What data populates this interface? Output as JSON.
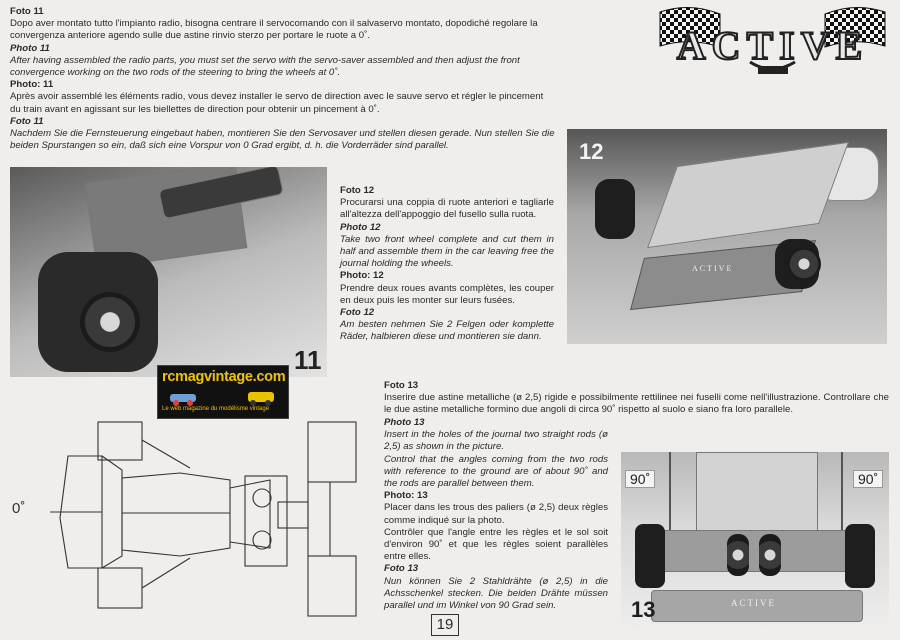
{
  "logo": {
    "text": "ACTIVE"
  },
  "section11": {
    "it_heading": "Foto 11",
    "it_text": "Dopo aver montato tutto l'impianto radio, bisogna centrare il servocomando con il salvaservo montato, dopodiché regolare la convergenza anteriore agendo sulle due astine rinvio sterzo per portare le ruote a 0˚.",
    "en_heading": "Photo 11",
    "en_text": "After having assembled the radio parts, you must set the servo with the servo-saver assembled and then adjust the front convergence working on the two rods of the steering to bring the wheels at 0˚.",
    "fr_heading": "Photo: 11",
    "fr_text": "Après avoir assemblé les éléments radio, vous devez installer le servo de direction avec le sauve servo et régler le pincement du train avant en agissant sur les biellettes de direction pour obtenir un pincement à 0˚.",
    "de_heading": "Foto 11",
    "de_text": "Nachdem Sie die Fernsteuerung eingebaut haben, montieren Sie den Servosaver und stellen diesen gerade. Nun stellen Sie die beiden Spurstangen so ein, daß sich eine Vorspur von 0 Grad ergibt, d. h. die Vorderräder sind parallel."
  },
  "section12": {
    "it_heading": "Foto 12",
    "it_text": "Procurarsi una coppia di ruote anteriori e tagliarle all'altezza dell'appoggio del fusello sulla ruota.",
    "en_heading": "Photo 12",
    "en_text": "Take two front wheel complete and cut them in half and assemble them in the car leaving free the journal holding the wheels.",
    "fr_heading": "Photo: 12",
    "fr_text": "Prendre deux roues avants complètes, les couper en deux puis les monter sur leurs fusées.",
    "de_heading": "Foto 12",
    "de_text": "Am besten nehmen Sie 2 Felgen oder komplette Räder, halbieren diese und montieren sie dann."
  },
  "section13": {
    "it_heading": "Foto 13",
    "it_text": "Inserire due astine metalliche (ø 2,5) rigide e possibilmente rettilinee nei fuselli come nell'illustrazione. Controllare che le due astine metalliche formino due angoli di circa 90˚ rispetto al suolo e siano fra loro parallele.",
    "en_heading": "Photo 13",
    "en_text_1": "Insert in the holes of the journal two straight rods (ø 2,5) as shown in the picture.",
    "en_text_2": "Control that the angles coming from the two rods with reference to the ground are of about 90˚ and the rods are parallel between them.",
    "fr_heading": "Photo: 13",
    "fr_text_1": "Placer dans les trous des paliers (ø 2,5) deux règles comme indiqué sur la photo.",
    "fr_text_2": "Contrôler que l'angle entre les règles et le sol soit d'environ 90˚ et que les règles soient parallèles entre elles.",
    "de_heading": "Foto 13",
    "de_text": "Nun können Sie 2 Stahldrähte (ø 2,5) in die Achsschenkel stecken. Die beiden Drähte müssen parallel und im Winkel von 90 Grad sein."
  },
  "photo11": {
    "number": "11"
  },
  "photo12": {
    "number": "12",
    "badge_text": "ACTIVE"
  },
  "photo13": {
    "number": "13",
    "angle_left": "90˚",
    "angle_right": "90˚",
    "badge_text": "ACTIVE"
  },
  "diagram": {
    "angle_label": "0˚"
  },
  "watermark": {
    "title": "rcmagvintage.com",
    "subtitle": "Le web magazine du modélisme vintage"
  },
  "page": {
    "number": "19"
  }
}
